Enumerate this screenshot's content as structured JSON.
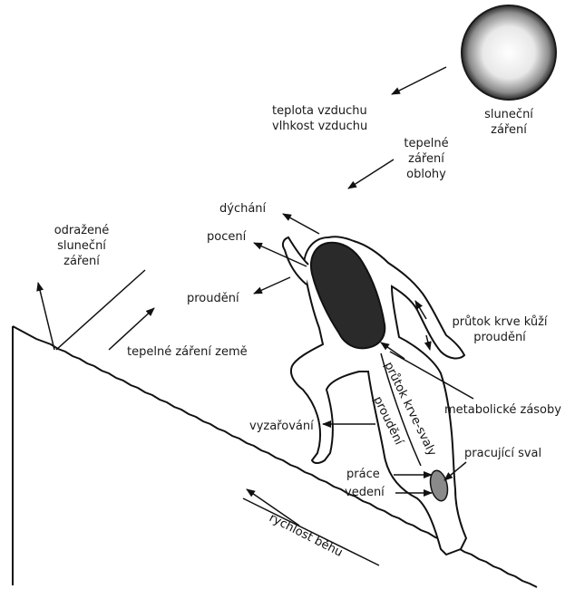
{
  "labels": {
    "sun_line1": "sluneční",
    "sun_line2": "záření",
    "air_temp": "teplota vzduchu",
    "air_humidity": "vlhkost vzduchu",
    "sky_line1": "tepelné",
    "sky_line2": "záření",
    "sky_line3": "oblohy",
    "breathing": "dýchání",
    "sweating": "pocení",
    "convection": "proudění",
    "reflected_line1": "odražené",
    "reflected_line2": "sluneční",
    "reflected_line3": "záření",
    "ground_radiation": "tepelné záření země",
    "skin_flow_line1": "průtok krve kůží",
    "skin_flow_line2": "proudění",
    "metabolic": "metabolické zásoby",
    "muscle_flow": "průtok krve-svaly",
    "leg_convection": "proudění",
    "radiation": "vyzařování",
    "working_muscle": "pracující sval",
    "work": "práce",
    "conduction": "vedení",
    "speed": "rychlost běhu"
  },
  "colors": {
    "ink": "#111111",
    "body_dark": "#2a2a2a",
    "muscle": "#8a8a8a",
    "sun_edge": "#1a1a1a"
  }
}
